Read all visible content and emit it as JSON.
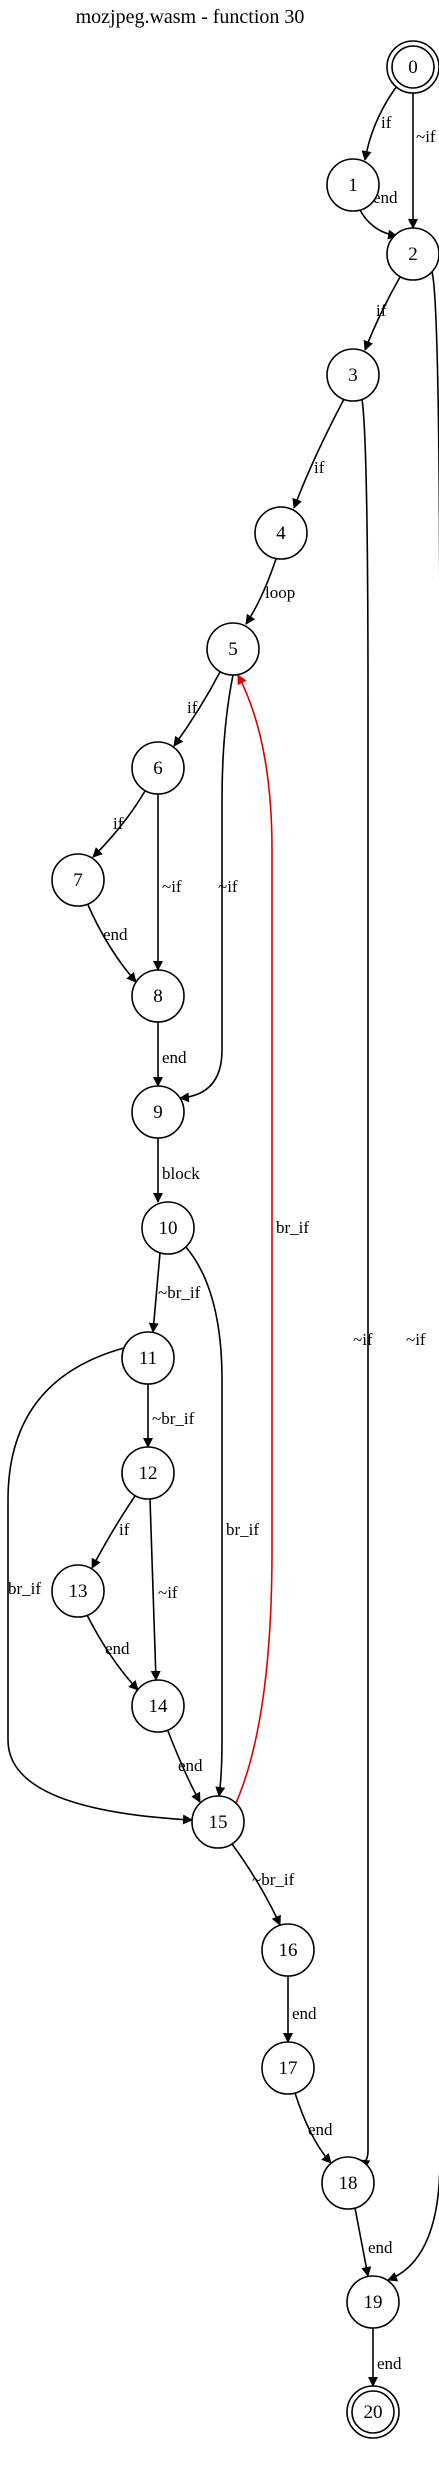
{
  "title": "mozjpeg.wasm - function 30",
  "colors": {
    "edge": "#000000",
    "back_edge": "#e00000",
    "node_stroke": "#000000"
  },
  "nodes": [
    {
      "id": "0",
      "label": "0",
      "terminal": true
    },
    {
      "id": "1",
      "label": "1"
    },
    {
      "id": "2",
      "label": "2"
    },
    {
      "id": "3",
      "label": "3"
    },
    {
      "id": "4",
      "label": "4"
    },
    {
      "id": "5",
      "label": "5"
    },
    {
      "id": "6",
      "label": "6"
    },
    {
      "id": "7",
      "label": "7"
    },
    {
      "id": "8",
      "label": "8"
    },
    {
      "id": "9",
      "label": "9"
    },
    {
      "id": "10",
      "label": "10"
    },
    {
      "id": "11",
      "label": "11"
    },
    {
      "id": "12",
      "label": "12"
    },
    {
      "id": "13",
      "label": "13"
    },
    {
      "id": "14",
      "label": "14"
    },
    {
      "id": "15",
      "label": "15"
    },
    {
      "id": "16",
      "label": "16"
    },
    {
      "id": "17",
      "label": "17"
    },
    {
      "id": "18",
      "label": "18"
    },
    {
      "id": "19",
      "label": "19"
    },
    {
      "id": "20",
      "label": "20",
      "terminal": true
    }
  ],
  "edges": [
    {
      "from": "0",
      "to": "1",
      "label": "if"
    },
    {
      "from": "0",
      "to": "2",
      "label": "~if"
    },
    {
      "from": "1",
      "to": "2",
      "label": "end"
    },
    {
      "from": "2",
      "to": "3",
      "label": "if"
    },
    {
      "from": "2",
      "to": "19",
      "label": "~if"
    },
    {
      "from": "3",
      "to": "4",
      "label": "if"
    },
    {
      "from": "3",
      "to": "18",
      "label": "~if"
    },
    {
      "from": "4",
      "to": "5",
      "label": "loop"
    },
    {
      "from": "5",
      "to": "6",
      "label": "if"
    },
    {
      "from": "5",
      "to": "9",
      "label": "~if"
    },
    {
      "from": "6",
      "to": "7",
      "label": "if"
    },
    {
      "from": "6",
      "to": "8",
      "label": "~if"
    },
    {
      "from": "7",
      "to": "8",
      "label": "end"
    },
    {
      "from": "8",
      "to": "9",
      "label": "end"
    },
    {
      "from": "9",
      "to": "10",
      "label": "block"
    },
    {
      "from": "10",
      "to": "11",
      "label": "~br_if"
    },
    {
      "from": "10",
      "to": "15",
      "label": "br_if"
    },
    {
      "from": "11",
      "to": "12",
      "label": "~br_if"
    },
    {
      "from": "11",
      "to": "15",
      "label": "br_if"
    },
    {
      "from": "12",
      "to": "13",
      "label": "if"
    },
    {
      "from": "12",
      "to": "14",
      "label": "~if"
    },
    {
      "from": "13",
      "to": "14",
      "label": "end"
    },
    {
      "from": "14",
      "to": "15",
      "label": "end"
    },
    {
      "from": "15",
      "to": "5",
      "label": "br_if",
      "back": true
    },
    {
      "from": "15",
      "to": "16",
      "label": "~br_if"
    },
    {
      "from": "16",
      "to": "17",
      "label": "end"
    },
    {
      "from": "17",
      "to": "18",
      "label": "end"
    },
    {
      "from": "18",
      "to": "19",
      "label": "end"
    },
    {
      "from": "19",
      "to": "20",
      "label": "end"
    }
  ]
}
